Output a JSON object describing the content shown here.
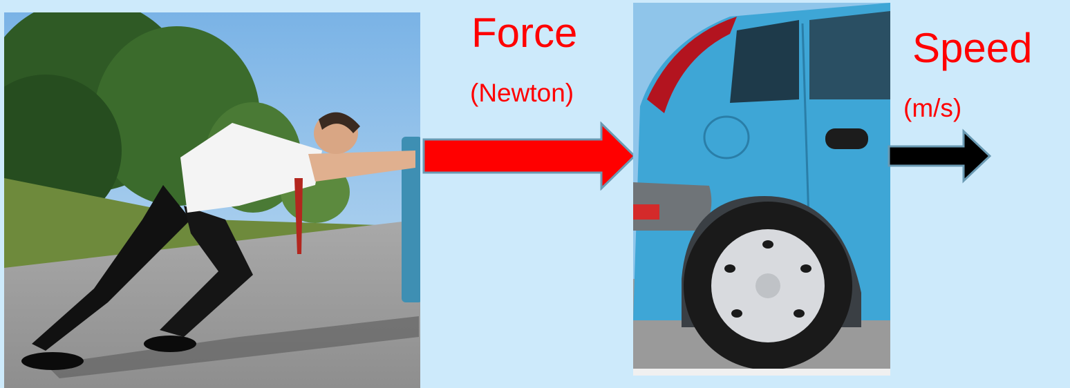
{
  "force": {
    "title": "Force",
    "unit": "(Newton)"
  },
  "speed": {
    "title": "Speed",
    "unit": "(m/s)"
  },
  "colors": {
    "background": "#cdeafb",
    "label": "#ff0000",
    "force_arrow": "#ff0000",
    "speed_arrow": "#000000",
    "car_body": "#3ea6d6"
  },
  "icons": {
    "force_arrow": "right-arrow-icon",
    "speed_arrow": "right-arrow-icon"
  }
}
